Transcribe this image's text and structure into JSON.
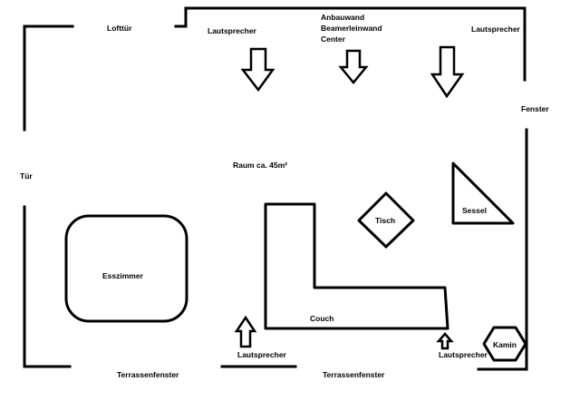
{
  "labels": {
    "lofttuer": "Lofttür",
    "anbauwand_line1": "Anbauwand",
    "anbauwand_line2": "Beamerleinwand",
    "anbauwand_line3": "Center",
    "speaker_top_left": "Lautsprecher",
    "speaker_top_right": "Lautsprecher",
    "fenster": "Fenster",
    "tuer": "Tür",
    "raum": "Raum ca. 45m²",
    "tisch": "Tisch",
    "sessel": "Sessel",
    "esszimmer": "Esszimmer",
    "couch": "Couch",
    "speaker_bottom_left": "Lautsprecher",
    "speaker_bottom_right": "Lautsprecher",
    "kamin": "Kamin",
    "terrassenfenster_left": "Terrassenfenster",
    "terrassenfenster_right": "Terrassenfenster"
  }
}
